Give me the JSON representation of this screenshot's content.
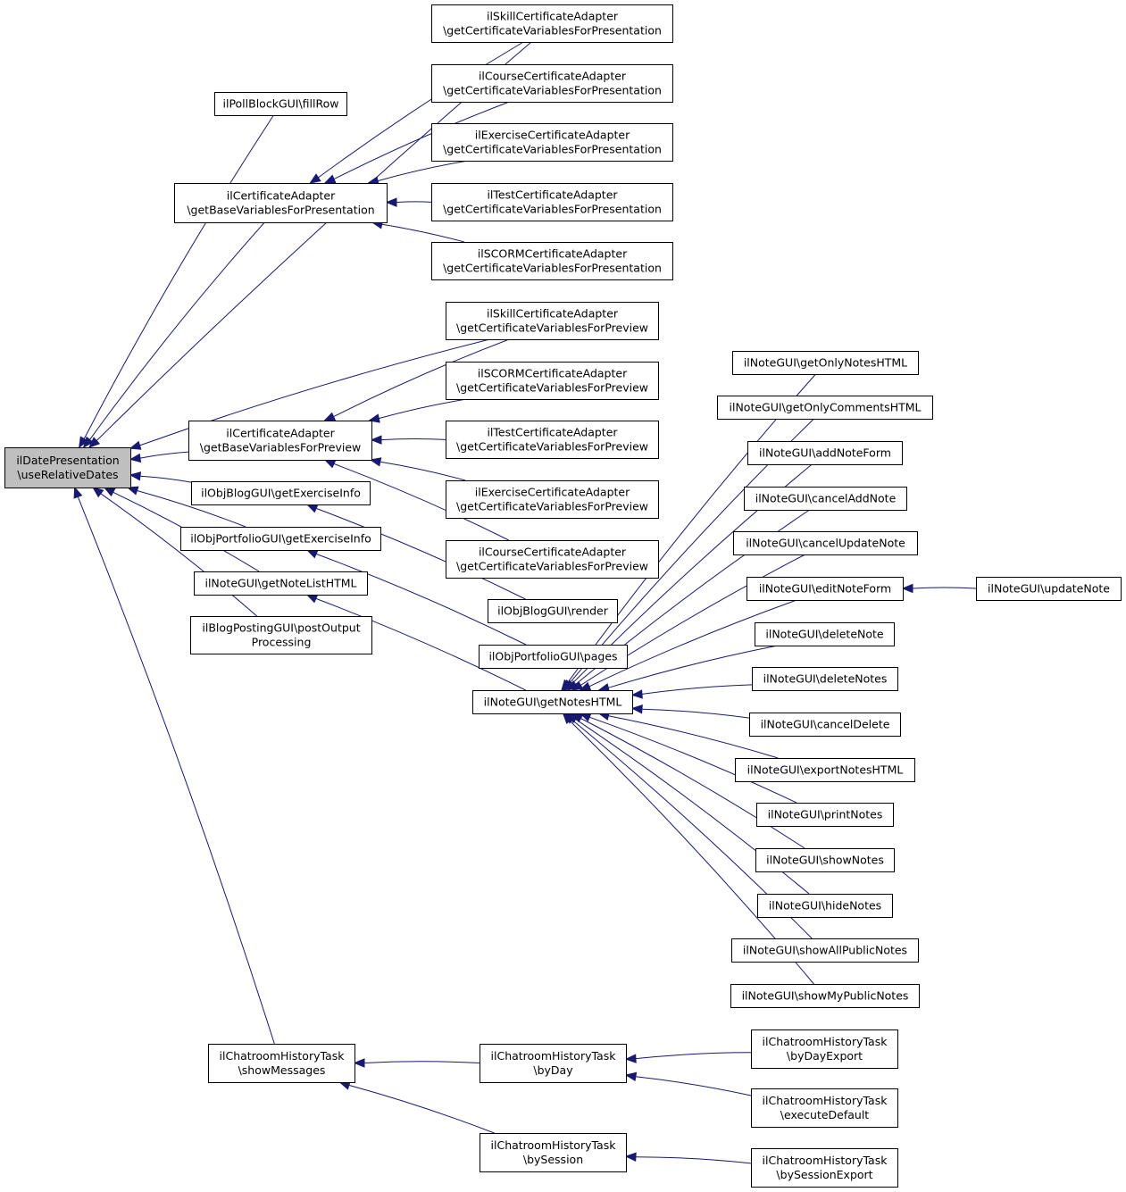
{
  "nodes": [
    {
      "id": "root",
      "lines": [
        "ilDatePresentation",
        "\\useRelativeDates"
      ],
      "root": true
    },
    {
      "id": "pollFillRow",
      "lines": [
        "ilPollBlockGUI\\fillRow"
      ]
    },
    {
      "id": "certBasePres",
      "lines": [
        "ilCertificateAdapter",
        "\\getBaseVariablesForPresentation"
      ]
    },
    {
      "id": "skillPres",
      "lines": [
        "ilSkillCertificateAdapter",
        "\\getCertificateVariablesForPresentation"
      ]
    },
    {
      "id": "coursePres",
      "lines": [
        "ilCourseCertificateAdapter",
        "\\getCertificateVariablesForPresentation"
      ]
    },
    {
      "id": "exercisePres",
      "lines": [
        "ilExerciseCertificateAdapter",
        "\\getCertificateVariablesForPresentation"
      ]
    },
    {
      "id": "testPres",
      "lines": [
        "ilTestCertificateAdapter",
        "\\getCertificateVariablesForPresentation"
      ]
    },
    {
      "id": "scormPres",
      "lines": [
        "ilSCORMCertificateAdapter",
        "\\getCertificateVariablesForPresentation"
      ]
    },
    {
      "id": "certBasePrev",
      "lines": [
        "ilCertificateAdapter",
        "\\getBaseVariablesForPreview"
      ]
    },
    {
      "id": "skillPrev",
      "lines": [
        "ilSkillCertificateAdapter",
        "\\getCertificateVariablesForPreview"
      ]
    },
    {
      "id": "scormPrev",
      "lines": [
        "ilSCORMCertificateAdapter",
        "\\getCertificateVariablesForPreview"
      ]
    },
    {
      "id": "testPrev",
      "lines": [
        "ilTestCertificateAdapter",
        "\\getCertificateVariablesForPreview"
      ]
    },
    {
      "id": "exercisePrev",
      "lines": [
        "ilExerciseCertificateAdapter",
        "\\getCertificateVariablesForPreview"
      ]
    },
    {
      "id": "coursePrev",
      "lines": [
        "ilCourseCertificateAdapter",
        "\\getCertificateVariablesForPreview"
      ]
    },
    {
      "id": "blogExInfo",
      "lines": [
        "ilObjBlogGUI\\getExerciseInfo"
      ]
    },
    {
      "id": "portExInfo",
      "lines": [
        "ilObjPortfolioGUI\\getExerciseInfo"
      ]
    },
    {
      "id": "noteListHTML",
      "lines": [
        "ilNoteGUI\\getNoteListHTML"
      ]
    },
    {
      "id": "blogPostOut",
      "lines": [
        "ilBlogPostingGUI\\postOutput",
        "Processing"
      ]
    },
    {
      "id": "blogRender",
      "lines": [
        "ilObjBlogGUI\\render"
      ]
    },
    {
      "id": "portPages",
      "lines": [
        "ilObjPortfolioGUI\\pages"
      ]
    },
    {
      "id": "notesHTML",
      "lines": [
        "ilNoteGUI\\getNotesHTML"
      ]
    },
    {
      "id": "onlyNotes",
      "lines": [
        "ilNoteGUI\\getOnlyNotesHTML"
      ]
    },
    {
      "id": "onlyComments",
      "lines": [
        "ilNoteGUI\\getOnlyCommentsHTML"
      ]
    },
    {
      "id": "addNoteForm",
      "lines": [
        "ilNoteGUI\\addNoteForm"
      ]
    },
    {
      "id": "cancelAddNote",
      "lines": [
        "ilNoteGUI\\cancelAddNote"
      ]
    },
    {
      "id": "cancelUpdateNote",
      "lines": [
        "ilNoteGUI\\cancelUpdateNote"
      ]
    },
    {
      "id": "editNoteForm",
      "lines": [
        "ilNoteGUI\\editNoteForm"
      ]
    },
    {
      "id": "updateNote",
      "lines": [
        "ilNoteGUI\\updateNote"
      ]
    },
    {
      "id": "deleteNote",
      "lines": [
        "ilNoteGUI\\deleteNote"
      ]
    },
    {
      "id": "deleteNotes",
      "lines": [
        "ilNoteGUI\\deleteNotes"
      ]
    },
    {
      "id": "cancelDelete",
      "lines": [
        "ilNoteGUI\\cancelDelete"
      ]
    },
    {
      "id": "exportNotes",
      "lines": [
        "ilNoteGUI\\exportNotesHTML"
      ]
    },
    {
      "id": "printNotes",
      "lines": [
        "ilNoteGUI\\printNotes"
      ]
    },
    {
      "id": "showNotes",
      "lines": [
        "ilNoteGUI\\showNotes"
      ]
    },
    {
      "id": "hideNotes",
      "lines": [
        "ilNoteGUI\\hideNotes"
      ]
    },
    {
      "id": "showAllPublic",
      "lines": [
        "ilNoteGUI\\showAllPublicNotes"
      ]
    },
    {
      "id": "showMyPublic",
      "lines": [
        "ilNoteGUI\\showMyPublicNotes"
      ]
    },
    {
      "id": "chatShowMsg",
      "lines": [
        "ilChatroomHistoryTask",
        "\\showMessages"
      ]
    },
    {
      "id": "chatByDay",
      "lines": [
        "ilChatroomHistoryTask",
        "\\byDay"
      ]
    },
    {
      "id": "chatBySession",
      "lines": [
        "ilChatroomHistoryTask",
        "\\bySession"
      ]
    },
    {
      "id": "chatByDayExport",
      "lines": [
        "ilChatroomHistoryTask",
        "\\byDayExport"
      ]
    },
    {
      "id": "chatExecDefault",
      "lines": [
        "ilChatroomHistoryTask",
        "\\executeDefault"
      ]
    },
    {
      "id": "chatBySessionExport",
      "lines": [
        "ilChatroomHistoryTask",
        "\\bySessionExport"
      ]
    }
  ],
  "edges": [
    [
      "pollFillRow",
      "root"
    ],
    [
      "certBasePres",
      "root"
    ],
    [
      "skillPres",
      "root"
    ],
    [
      "skillPrev",
      "root"
    ],
    [
      "certBasePrev",
      "root"
    ],
    [
      "blogExInfo",
      "root"
    ],
    [
      "portExInfo",
      "root"
    ],
    [
      "noteListHTML",
      "root"
    ],
    [
      "blogPostOut",
      "root"
    ],
    [
      "chatShowMsg",
      "root"
    ],
    [
      "skillPres",
      "certBasePres"
    ],
    [
      "coursePres",
      "certBasePres"
    ],
    [
      "exercisePres",
      "certBasePres"
    ],
    [
      "testPres",
      "certBasePres"
    ],
    [
      "scormPres",
      "certBasePres"
    ],
    [
      "skillPrev",
      "certBasePrev"
    ],
    [
      "scormPrev",
      "certBasePrev"
    ],
    [
      "testPrev",
      "certBasePrev"
    ],
    [
      "exercisePrev",
      "certBasePrev"
    ],
    [
      "coursePrev",
      "certBasePrev"
    ],
    [
      "blogRender",
      "blogExInfo"
    ],
    [
      "portPages",
      "portExInfo"
    ],
    [
      "notesHTML",
      "noteListHTML"
    ],
    [
      "onlyNotes",
      "notesHTML"
    ],
    [
      "onlyComments",
      "notesHTML"
    ],
    [
      "addNoteForm",
      "notesHTML"
    ],
    [
      "cancelAddNote",
      "notesHTML"
    ],
    [
      "cancelUpdateNote",
      "notesHTML"
    ],
    [
      "editNoteForm",
      "notesHTML"
    ],
    [
      "deleteNote",
      "notesHTML"
    ],
    [
      "deleteNotes",
      "notesHTML"
    ],
    [
      "cancelDelete",
      "notesHTML"
    ],
    [
      "exportNotes",
      "notesHTML"
    ],
    [
      "printNotes",
      "notesHTML"
    ],
    [
      "showNotes",
      "notesHTML"
    ],
    [
      "hideNotes",
      "notesHTML"
    ],
    [
      "showAllPublic",
      "notesHTML"
    ],
    [
      "showMyPublic",
      "notesHTML"
    ],
    [
      "updateNote",
      "editNoteForm"
    ],
    [
      "chatByDay",
      "chatShowMsg"
    ],
    [
      "chatBySession",
      "chatShowMsg"
    ],
    [
      "chatByDayExport",
      "chatByDay"
    ],
    [
      "chatExecDefault",
      "chatByDay"
    ],
    [
      "chatBySessionExport",
      "chatBySession"
    ]
  ],
  "colors": {
    "edge": "#191970",
    "root_fill": "#bfbfbf",
    "node_fill": "#ffffff",
    "border": "#000000"
  }
}
